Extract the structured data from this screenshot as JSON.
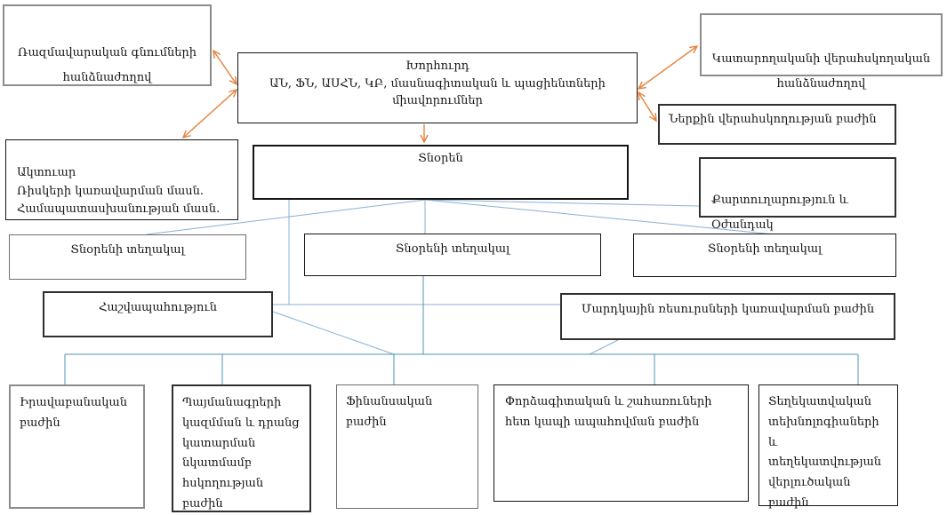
{
  "diagram": {
    "nodes": {
      "strategic_committee": "Ռազմավարական գնումների\nհանձնաժողով",
      "council_title": "Խորհուրդ",
      "council_members": "ԱՆ, ՖՆ, ԱՍՀՆ, ԿԲ, մասնագիտական և պացիենտների միավորումներ",
      "performance_committee": "Կատարողականի վերահսկողական\nհանձնաժողով",
      "internal_control": "Ներքին վերահսկողության բաժին",
      "actuary": "Ակտուար\nՌիսկերի կառավարման մասն.\nՀամապատասխանության մասն.",
      "director": "Տնօրեն",
      "secretariat": "Քարտուղարություն և\nՕժանդակ ծառայություններ",
      "deputy_director_1": "Տնօրենի տեղակալ",
      "deputy_director_2": "Տնօրենի տեղակալ",
      "deputy_director_3": "Տնօրենի տեղակալ",
      "accounting": "Հաշվապահություն",
      "hr_management": "Մարդկային ռեսուրսների կառավարման բաժին",
      "legal": "Իրավաբանական բաժին",
      "contracts_supervision": "Պայմանագրերի կազմման և դրանց կատարման նկատմամբ հսկողության բաժին",
      "finance": "Ֆինանսական բաժին",
      "expert_liaison": "Փորձագիտական և շահառուների հետ կապի ապահովման բաժին",
      "it_analytics": "Տեղեկատվական տեխնոլոգիաների և տեղեկատվության վերլուծական բաժին"
    },
    "colors": {
      "connector_blue": "#8ab0d4",
      "connector_teal": "#4f96b0",
      "arrow_orange": "#e6813c"
    }
  }
}
